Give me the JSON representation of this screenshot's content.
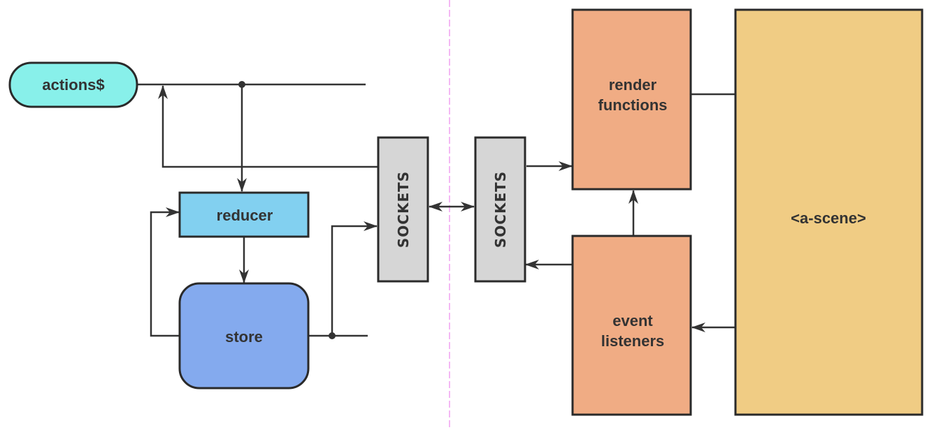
{
  "diagram": {
    "nodes": {
      "actions": {
        "label": "actions$",
        "color": "#88f0ea"
      },
      "reducer": {
        "label": "reducer",
        "color": "#82d0f0"
      },
      "store": {
        "label": "store",
        "color": "#84aaee"
      },
      "sockets_left": {
        "label": "SOCKETS",
        "color": "#d6d6d6"
      },
      "sockets_right": {
        "label": "SOCKETS",
        "color": "#d6d6d6"
      },
      "render_functions": {
        "label_line1": "render",
        "label_line2": "functions",
        "color": "#f0ac84"
      },
      "event_listeners": {
        "label_line1": "event",
        "label_line2": "listeners",
        "color": "#f0ac84"
      },
      "a_scene": {
        "label": "<a-scene>",
        "color": "#f0cc84"
      }
    },
    "edges": [
      {
        "from": "actions$",
        "to": "reducer"
      },
      {
        "from": "sockets-left",
        "to": "actions$"
      },
      {
        "from": "reducer",
        "to": "store"
      },
      {
        "from": "store",
        "to": "reducer"
      },
      {
        "from": "store",
        "to": "sockets-left"
      },
      {
        "from": "sockets-left",
        "to": "sockets-right",
        "bidirectional": true
      },
      {
        "from": "sockets-right",
        "to": "render functions"
      },
      {
        "from": "event listeners",
        "to": "sockets-right"
      },
      {
        "from": "event listeners",
        "to": "render functions"
      },
      {
        "from": "render functions",
        "to": "<a-scene>",
        "arrow": false
      },
      {
        "from": "<a-scene>",
        "to": "event listeners"
      }
    ],
    "divider_color": "#f4b8f4",
    "line_color": "#333333"
  }
}
